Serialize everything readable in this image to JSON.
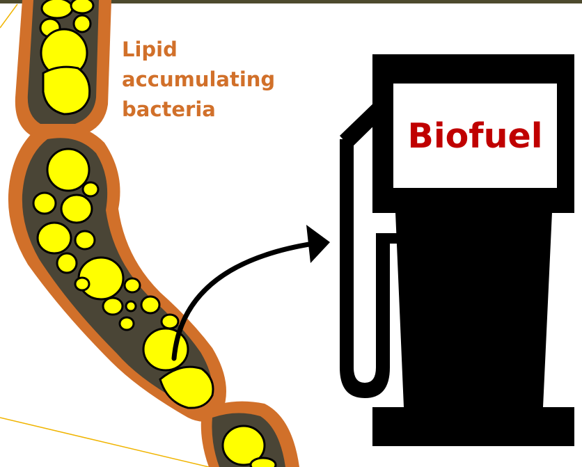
{
  "bacteria_label": {
    "lines": [
      "Lipid",
      "accumulating",
      "bacteria"
    ]
  },
  "pump_sign": {
    "text": "Biofuel"
  },
  "colors": {
    "cell_wall": "#D1702A",
    "cytoplasm": "#4A4536",
    "lipid_droplet": "#FFFF00",
    "biofuel_text": "#C00000",
    "pump": "#000000",
    "guide_line": "#F0B400"
  },
  "icons": [
    "gas-pump-icon",
    "curved-arrow-icon",
    "bacteria-chain-icon"
  ]
}
